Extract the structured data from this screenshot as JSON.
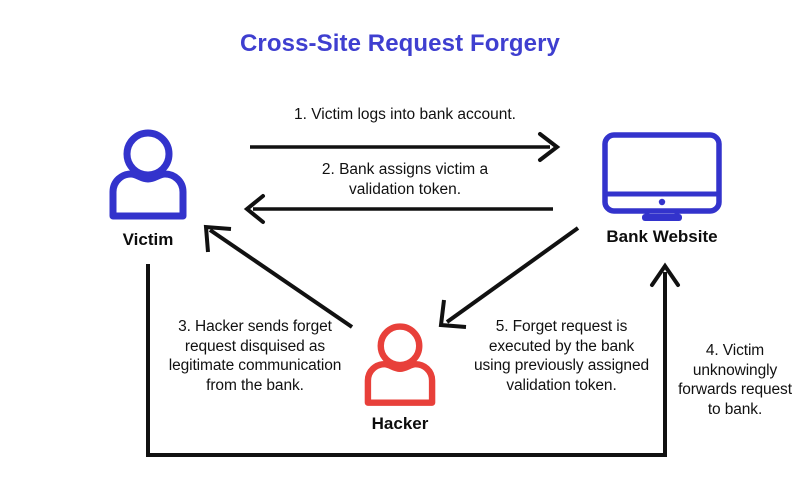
{
  "title": "Cross-Site Request Forgery",
  "colors": {
    "title": "#3F3FD0",
    "victim_icon": "#3333CC",
    "bank_icon": "#3333CC",
    "hacker_icon": "#E8403A",
    "arrow": "#111111",
    "background": "#FFFFFF"
  },
  "nodes": {
    "victim": {
      "label": "Victim",
      "icon": "person-icon"
    },
    "bank": {
      "label": "Bank Website",
      "icon": "monitor-icon"
    },
    "hacker": {
      "label": "Hacker",
      "icon": "person-icon"
    }
  },
  "steps": [
    {
      "number": "1",
      "text": "1.  Victim logs into bank account.",
      "from": "victim",
      "to": "bank",
      "arrow": "right"
    },
    {
      "number": "2",
      "line1": "2. Bank assigns victim a",
      "line2": "validation token.",
      "from": "bank",
      "to": "victim",
      "arrow": "left"
    },
    {
      "number": "3",
      "text": "3. Hacker sends forget request disquised as legitimate communication from the bank.",
      "from": "hacker",
      "to": "victim",
      "arrow": "diagonal-up-left"
    },
    {
      "number": "4",
      "text": "4. Victim unknowingly forwards request to bank.",
      "from": "victim",
      "to": "bank",
      "arrow": "up"
    },
    {
      "number": "5",
      "text": "5. Forget request is executed by the bank using previously assigned validation token.",
      "from": "bank",
      "to": "hacker",
      "arrow": "diagonal-down-left"
    }
  ]
}
